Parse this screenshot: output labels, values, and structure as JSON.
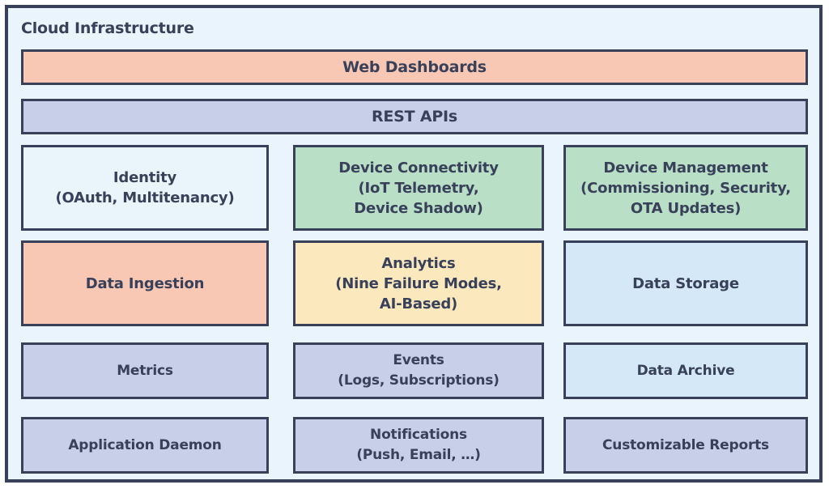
{
  "diagram": {
    "title": "Cloud Infrastructure",
    "type": "layered-block-architecture",
    "colors": {
      "container_background": "#eaf4fc",
      "border": "#39415a",
      "text": "#39415a",
      "salmon": "#f9c8b4",
      "lavender": "#c8cfe8",
      "green": "#b9dfc6",
      "yellow": "#fbe9bd",
      "sky": "#d4e8f8",
      "blue_pale": "#eaf4fb"
    },
    "banners": [
      {
        "id": "web-dashboards",
        "label": "Web Dashboards",
        "fill": "#f9c8b4"
      },
      {
        "id": "rest-apis",
        "label": "REST APIs",
        "fill": "#c8cfe8"
      }
    ],
    "rows": [
      {
        "id": "services",
        "cells": [
          {
            "id": "identity",
            "label": "Identity\n(OAuth, Multitenancy)",
            "fill": "#eaf4fb"
          },
          {
            "id": "device-connectivity",
            "label": "Device Connectivity\n(IoT Telemetry,\nDevice Shadow)",
            "fill": "#b9dfc6"
          },
          {
            "id": "device-management",
            "label": "Device Management\n(Commissioning, Security,\nOTA Updates)",
            "fill": "#b9dfc6"
          }
        ]
      },
      {
        "id": "data",
        "cells": [
          {
            "id": "data-ingestion",
            "label": "Data Ingestion",
            "fill": "#f9c8b4"
          },
          {
            "id": "analytics",
            "label": "Analytics\n(Nine Failure Modes,\nAI-Based)",
            "fill": "#fbe9bd"
          },
          {
            "id": "data-storage",
            "label": "Data Storage",
            "fill": "#d4e8f8"
          }
        ]
      },
      {
        "id": "streams",
        "cells": [
          {
            "id": "metrics",
            "label": "Metrics",
            "fill": "#c8cfe8"
          },
          {
            "id": "events",
            "label": "Events\n(Logs, Subscriptions)",
            "fill": "#c8cfe8"
          },
          {
            "id": "data-archive",
            "label": "Data Archive",
            "fill": "#d4e8f8"
          }
        ]
      },
      {
        "id": "apps",
        "cells": [
          {
            "id": "application-daemon",
            "label": "Application Daemon",
            "fill": "#c8cfe8"
          },
          {
            "id": "notifications",
            "label": "Notifications\n(Push, Email, …)",
            "fill": "#c8cfe8"
          },
          {
            "id": "customizable-reports",
            "label": "Customizable Reports",
            "fill": "#c8cfe8"
          }
        ]
      }
    ]
  }
}
